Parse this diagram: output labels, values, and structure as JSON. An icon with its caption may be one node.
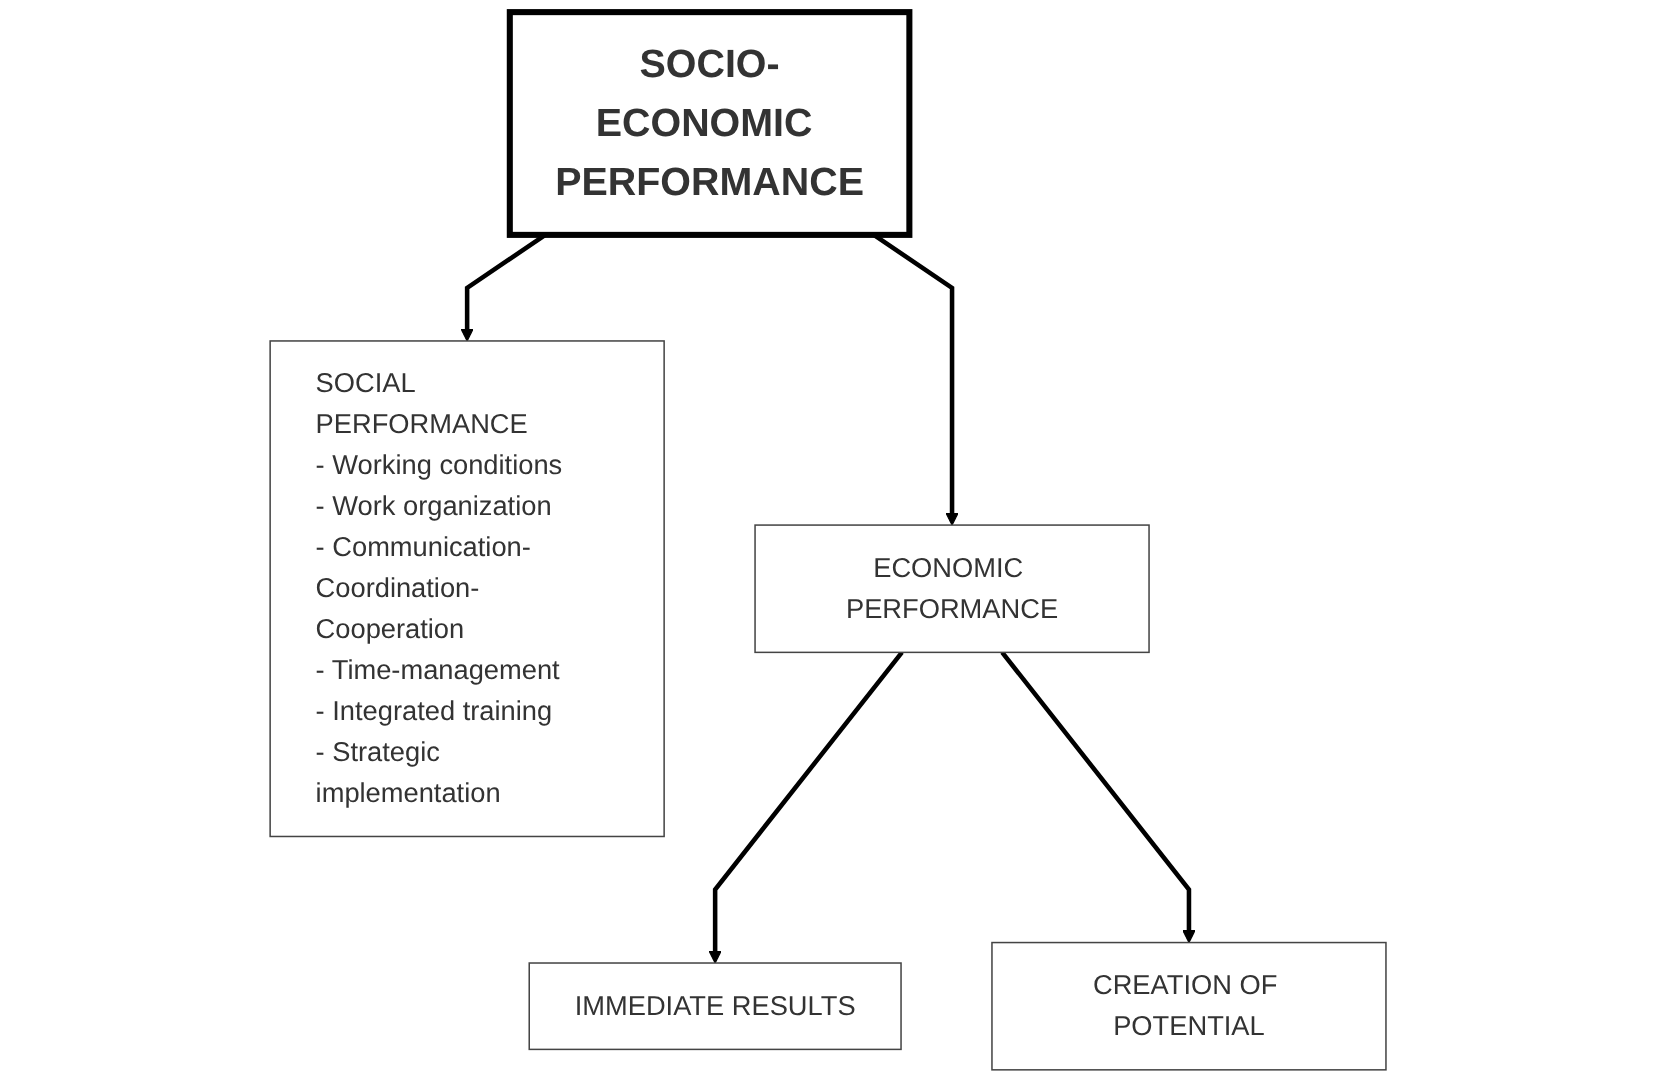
{
  "diagram": {
    "nodes": [
      {
        "text": [
          "SOCIO-ECONOMIC PERFORMANCE"
        ]
      },
      {
        "text": [
          "SOCIAL PERFORMANCE",
          "- Working conditions",
          "- Work organization",
          "- Communication- Coordination-Cooperation",
          "- Time-management",
          "- Integrated training",
          "- Strategic implementation"
        ]
      },
      {
        "text": [
          "ECONOMIC PERFORMANCE"
        ]
      },
      {
        "text": [
          "IMMEDIATE RESULTS"
        ]
      },
      {
        "text": [
          "CREATION OF POTENTIAL"
        ]
      }
    ],
    "edges": [
      {
        "from": 0,
        "to": 1,
        "arrow": "to"
      },
      {
        "from": 0,
        "to": 2,
        "arrow": "to"
      },
      {
        "from": 2,
        "to": 3,
        "arrow": "to"
      },
      {
        "from": 2,
        "to": 4,
        "arrow": "to"
      }
    ]
  }
}
